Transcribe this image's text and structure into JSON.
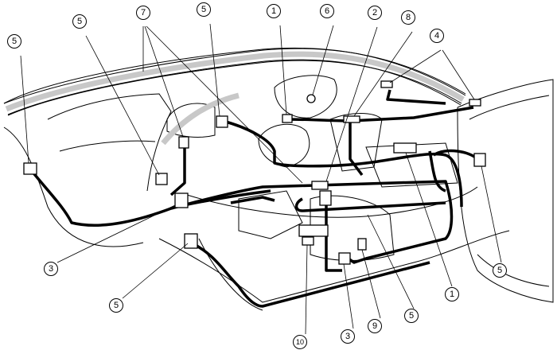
{
  "title": "Airbag system component and wiring harness locations",
  "callouts": [
    {
      "label": "5"
    },
    {
      "label": "5"
    },
    {
      "label": "7"
    },
    {
      "label": "5"
    },
    {
      "label": "1"
    },
    {
      "label": "6"
    },
    {
      "label": "2"
    },
    {
      "label": "8"
    },
    {
      "label": "4"
    },
    {
      "label": "3"
    },
    {
      "label": "5"
    },
    {
      "label": "1"
    },
    {
      "label": "5"
    },
    {
      "label": "10"
    },
    {
      "label": "3"
    },
    {
      "label": "9"
    },
    {
      "label": "5"
    }
  ]
}
